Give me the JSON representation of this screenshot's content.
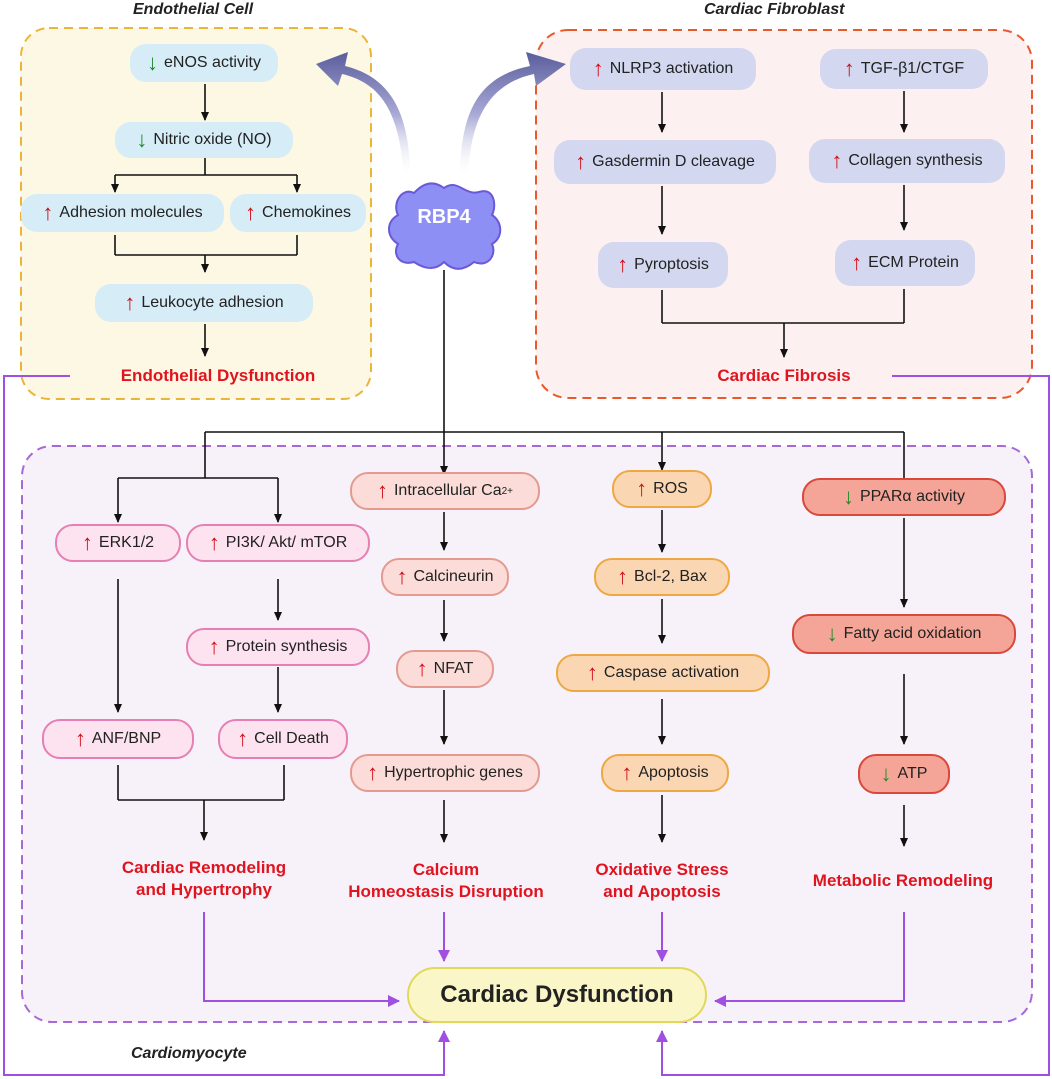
{
  "panels": {
    "endothelial": {
      "title": "Endothelial Cell",
      "items": [
        {
          "dir": "down",
          "label": "eNOS activity"
        },
        {
          "dir": "down",
          "label": "Nitric oxide (NO)"
        },
        {
          "dir": "up",
          "label": "Adhesion molecules"
        },
        {
          "dir": "up",
          "label": "Chemokines"
        },
        {
          "dir": "up",
          "label": "Leukocyte adhesion"
        }
      ],
      "outcome": "Endothelial Dysfunction"
    },
    "fibroblast": {
      "title": "Cardiac Fibroblast",
      "items": [
        {
          "dir": "up",
          "label": "NLRP3 activation"
        },
        {
          "dir": "up",
          "label": "TGF-β1/CTGF"
        },
        {
          "dir": "up",
          "label": "Gasdermin D cleavage"
        },
        {
          "dir": "up",
          "label": "Collagen synthesis"
        },
        {
          "dir": "up",
          "label": "Pyroptosis"
        },
        {
          "dir": "up",
          "label": "ECM Protein"
        }
      ],
      "outcome": "Cardiac Fibrosis"
    },
    "cardiomyocyte": {
      "title": "Cardiomyocyte",
      "hypertrophy": {
        "items": [
          {
            "dir": "up",
            "label": "ERK1/2"
          },
          {
            "dir": "up",
            "label": "PI3K/ Akt/ mTOR"
          },
          {
            "dir": "up",
            "label": "Protein synthesis"
          },
          {
            "dir": "up",
            "label": "ANF/BNP"
          },
          {
            "dir": "up",
            "label": "Cell Death"
          }
        ],
        "outcome_line1": "Cardiac Remodeling",
        "outcome_line2": "and Hypertrophy"
      },
      "calcium": {
        "items": [
          {
            "dir": "up",
            "label": "Intracellular Ca",
            "sup": "2+"
          },
          {
            "dir": "up",
            "label": "Calcineurin"
          },
          {
            "dir": "up",
            "label": "NFAT"
          },
          {
            "dir": "up",
            "label": "Hypertrophic genes"
          }
        ],
        "outcome_line1": "Calcium",
        "outcome_line2": "Homeostasis Disruption"
      },
      "oxidative": {
        "items": [
          {
            "dir": "up",
            "label": "ROS"
          },
          {
            "dir": "up",
            "label": "Bcl-2, Bax"
          },
          {
            "dir": "up",
            "label": "Caspase activation"
          },
          {
            "dir": "up",
            "label": "Apoptosis"
          }
        ],
        "outcome_line1": "Oxidative Stress",
        "outcome_line2": "and Apoptosis"
      },
      "metabolic": {
        "items": [
          {
            "dir": "down",
            "label": "PPARα activity"
          },
          {
            "dir": "down",
            "label": "Fatty acid oxidation"
          },
          {
            "dir": "down",
            "label": "ATP"
          }
        ],
        "outcome": "Metabolic Remodeling"
      }
    }
  },
  "center": {
    "label": "RBP4",
    "color": "#8d8ff5"
  },
  "final": {
    "label": "Cardiac Dysfunction"
  },
  "symbols": {
    "up": "↑",
    "down": "↓"
  },
  "colors": {
    "up_arrow": "#d0101a",
    "down_arrow": "#1f8a2c",
    "outcome_text": "#e0141f",
    "feedback_lines": "#a14fe0"
  }
}
